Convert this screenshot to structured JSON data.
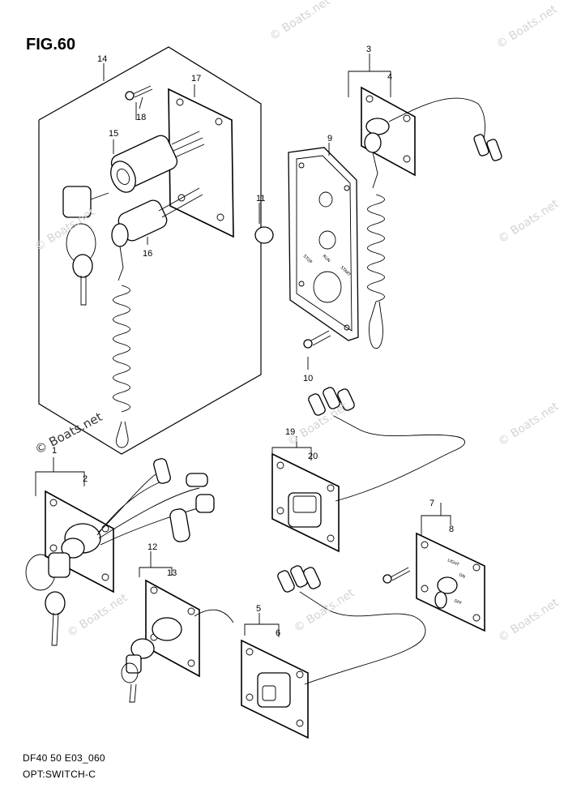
{
  "figure": {
    "title": "FIG.60",
    "code": "DF40 50 E03_060",
    "caption": "OPT:SWITCH-C"
  },
  "watermark": "© Boats.net",
  "callouts": [
    "1",
    "2",
    "3",
    "4",
    "5",
    "6",
    "7",
    "8",
    "9",
    "10",
    "11",
    "12",
    "13",
    "14",
    "15",
    "16",
    "17",
    "18",
    "19",
    "20"
  ],
  "panel_labels": {
    "stop": "STOP",
    "run": "RUN",
    "start": "START",
    "light": "LIGHT",
    "on": "ON",
    "off": "OFF"
  }
}
